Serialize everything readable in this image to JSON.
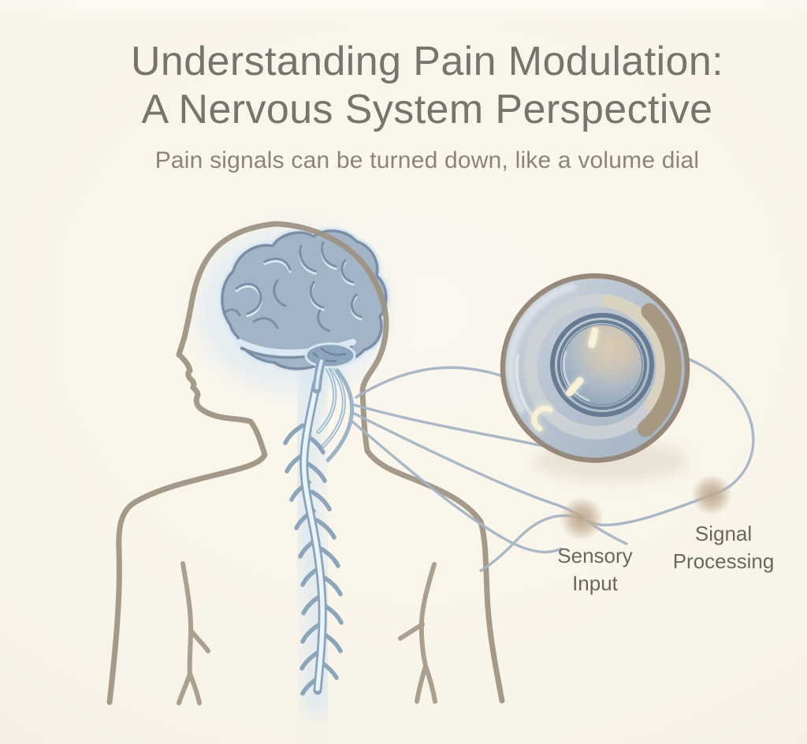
{
  "figure": {
    "title": {
      "line1": "Understanding Pain Modulation:",
      "line2": "A Nervous System Perspective"
    },
    "subtitle": "Pain signals can be turned down, like a volume dial",
    "labels": {
      "sensory_input": "Sensory Input",
      "signal_processing": "Signal Processing"
    }
  },
  "colors": {
    "background": "#f9f4e9",
    "title_text": "#77736d",
    "subtitle_text": "#8a847a",
    "label_text": "#6b665e",
    "body_outline": "#9e9282",
    "brain_fill": "#a2b4c6",
    "brain_outline": "#7a8fa6",
    "brain_highlight": "#d9e7f1",
    "spine_glow": "#cfe2f2",
    "nerve_line": "#a6b4c4",
    "dial_base": "#b7c3d1",
    "dial_border": "#96897a",
    "dial_cream_arc": "#d9d2c0",
    "dial_tan_arc": "#a7967e",
    "dial_inner_ring": "#5f748c",
    "dial_marks": "#f6f0d6",
    "node_dot": "#bfa88e"
  }
}
